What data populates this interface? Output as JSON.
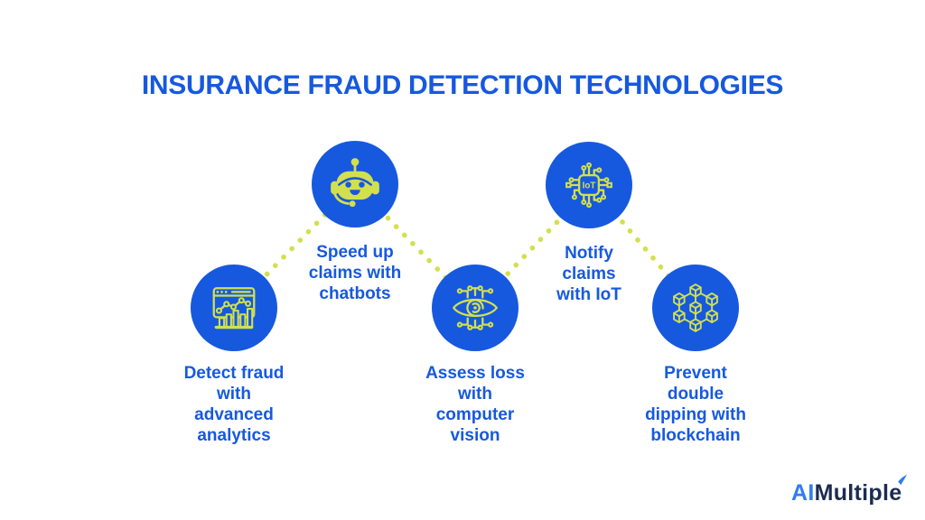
{
  "title": "INSURANCE FRAUD DETECTION TECHNOLOGIES",
  "colors": {
    "blue": "#1659df",
    "lime": "#d3e04e",
    "navy": "#1d2b4f",
    "logoBlue": "#2f7cf6",
    "background": "#ffffff"
  },
  "items": [
    {
      "icon": "advanced-analytics-icon",
      "label": "Detect fraud\nwith\nadvanced\nanalytics"
    },
    {
      "icon": "chatbot-icon",
      "label": "Speed up\nclaims with\nchatbots"
    },
    {
      "icon": "computer-vision-icon",
      "label": "Assess loss\nwith\ncomputer\nvision"
    },
    {
      "icon": "iot-icon",
      "label": "Notify\nclaims\nwith IoT",
      "chip_text": "IoT"
    },
    {
      "icon": "blockchain-icon",
      "label": "Prevent\ndouble\ndipping with\nblockchain"
    }
  ],
  "logo": {
    "prefix": "AI",
    "suffix": "Multiple"
  }
}
